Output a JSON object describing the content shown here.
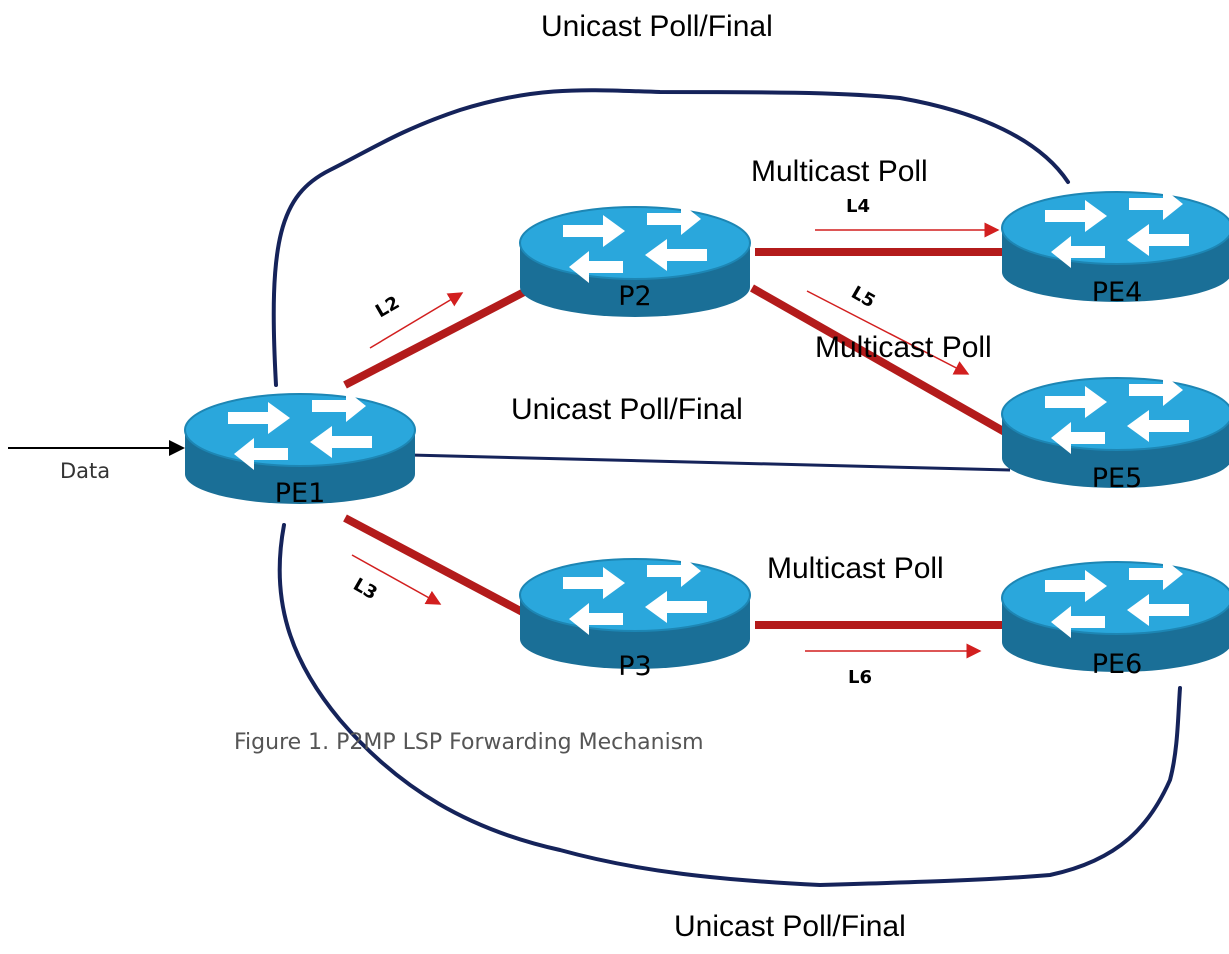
{
  "labels": {
    "unicast_top": "Unicast Poll/Final",
    "multicast_l4": "Multicast Poll",
    "multicast_l5": "Multicast Poll",
    "unicast_mid": "Unicast Poll/Final",
    "multicast_l6": "Multicast Poll",
    "unicast_bottom": "Unicast Poll/Final",
    "data": "Data",
    "caption": "Figure 1. P2MP LSP Forwarding Mechanism"
  },
  "nodes": {
    "pe1": "PE1",
    "p2": "P2",
    "p3": "P3",
    "pe4": "PE4",
    "pe5": "PE5",
    "pe6": "PE6"
  },
  "links": {
    "l2": "L2",
    "l3": "L3",
    "l4": "L4",
    "l5": "L5",
    "l6": "L6"
  },
  "colors": {
    "router_top": "#2aa7dc",
    "router_side": "#1a6f97",
    "link_red": "#b31b1b",
    "arrow_red": "#d21f1f",
    "loop_navy": "#15235a"
  }
}
